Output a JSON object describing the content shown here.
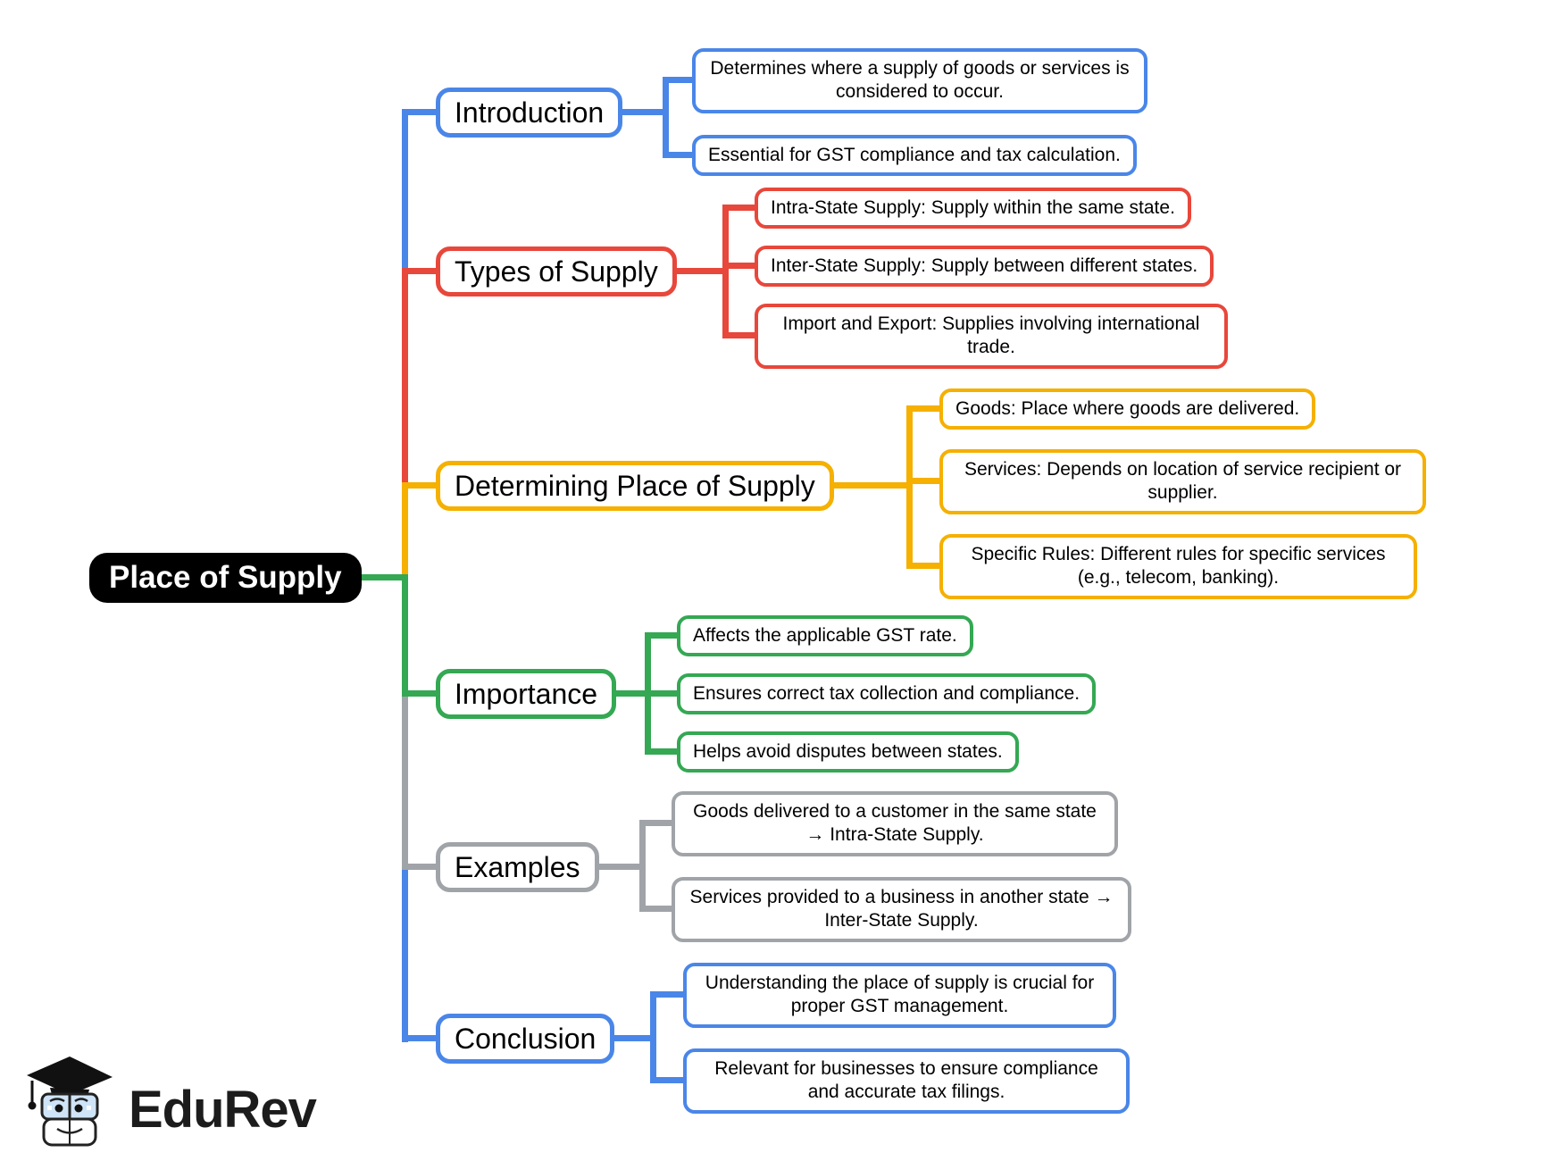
{
  "root": {
    "label": "Place of Supply"
  },
  "branches": [
    {
      "label": "Introduction",
      "color": "#4A86E8",
      "children": [
        "Determines where a supply of goods or services is considered to occur.",
        "Essential for GST compliance and tax calculation."
      ]
    },
    {
      "label": "Types of Supply",
      "color": "#E8473B",
      "children": [
        "Intra-State Supply: Supply within the same state.",
        "Inter-State Supply: Supply between different states.",
        "Import and Export: Supplies involving international trade."
      ]
    },
    {
      "label": "Determining Place of Supply",
      "color": "#F5B000",
      "children": [
        "Goods: Place where goods are delivered.",
        "Services: Depends on location of service recipient or supplier.",
        "Specific Rules: Different rules for specific services (e.g., telecom, banking)."
      ]
    },
    {
      "label": "Importance",
      "color": "#34A853",
      "children": [
        "Affects the applicable GST rate.",
        "Ensures correct tax collection and compliance.",
        "Helps avoid disputes between states."
      ]
    },
    {
      "label": "Examples",
      "color": "#A0A4A8",
      "children": [
        "Goods delivered to a customer in the same state → Intra-State Supply.",
        "Services provided to a business in another state → Inter-State Supply."
      ]
    },
    {
      "label": "Conclusion",
      "color": "#4A86E8",
      "children": [
        "Understanding the place of supply is crucial for proper GST management.",
        "Relevant for businesses to ensure compliance and accurate tax filings."
      ]
    }
  ],
  "logo": {
    "brand": "EduRev"
  }
}
